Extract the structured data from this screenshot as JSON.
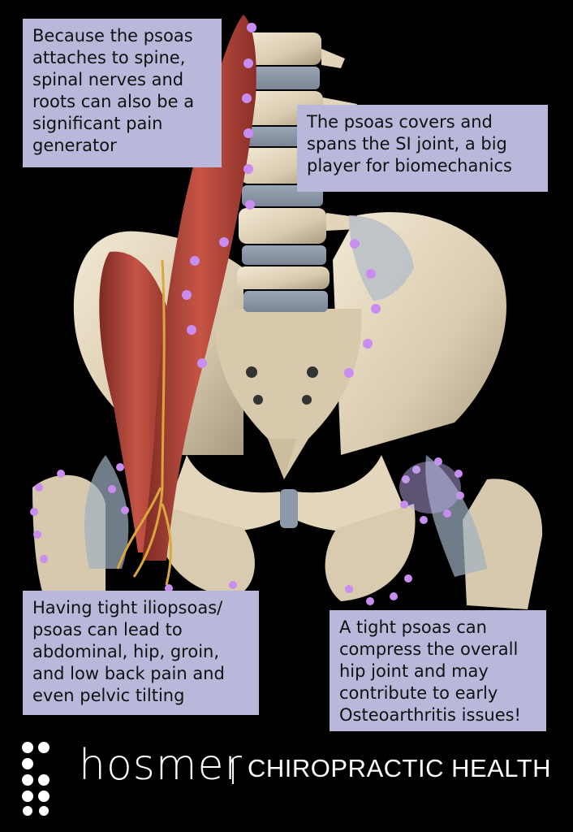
{
  "callouts": {
    "spine": "Because the psoas attaches to spine, spinal nerves and roots can also be a significant pain generator",
    "si_joint": "The psoas covers and spans the SI joint, a big player for biomechanics",
    "tight_psoas_pain": "Having tight iliopsoas/ psoas can lead to abdominal, hip, groin, and low back pain and even pelvic tilting",
    "hip_joint": "A tight psoas can compress the overall hip joint and may contribute to early Osteoarthritis issues!"
  },
  "brand": {
    "name": "hosmer",
    "tagline": "CHIROPRACTIC HEALTH"
  },
  "colors": {
    "background": "#000000",
    "callout_fill": "#b9b8db",
    "marker_dot": "#c98cf0",
    "muscle": "#b8443a",
    "bone": "#e8dcc4",
    "cartilage": "#8f9db0",
    "nerve": "#d7a53a"
  }
}
